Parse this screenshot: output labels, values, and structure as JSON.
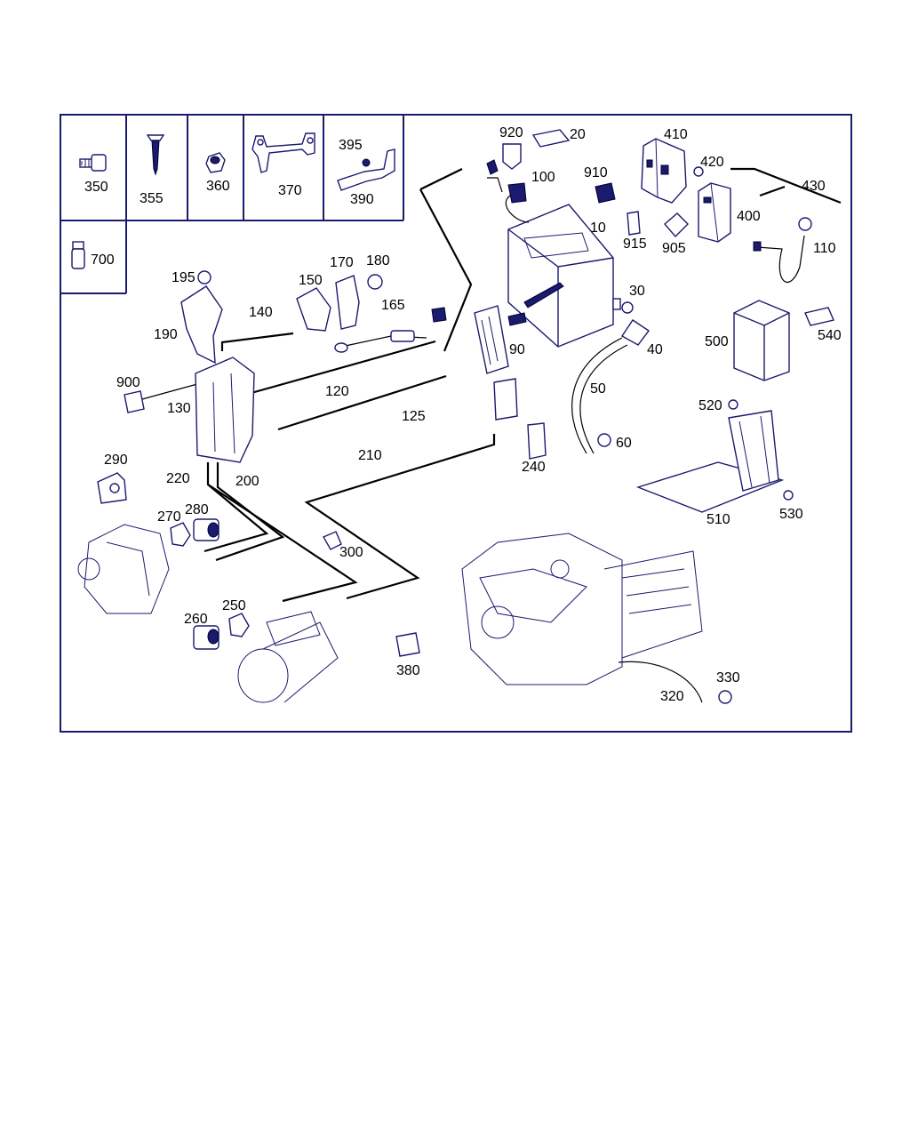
{
  "diagram": {
    "frame_color": "#1a1a6e",
    "legend_cells": [
      {
        "id": "c350",
        "labels": [
          "350"
        ]
      },
      {
        "id": "c355",
        "labels": [
          "355"
        ]
      },
      {
        "id": "c360",
        "labels": [
          "360"
        ]
      },
      {
        "id": "c370",
        "labels": [
          "370"
        ]
      },
      {
        "id": "c390",
        "labels": [
          "395",
          "390"
        ]
      },
      {
        "id": "c700",
        "labels": [
          "700"
        ]
      }
    ],
    "labels": {
      "l920": "920",
      "l20": "20",
      "l410": "410",
      "l100": "100",
      "l910": "910",
      "l420": "420",
      "l430": "430",
      "l10": "10",
      "l400": "400",
      "l915": "915",
      "l905": "905",
      "l110": "110",
      "l195": "195",
      "l150": "150",
      "l170": "170",
      "l180": "180",
      "l140": "140",
      "l165": "165",
      "l30": "30",
      "l190": "190",
      "l90": "90",
      "l40": "40",
      "l500": "500",
      "l540": "540",
      "l900": "900",
      "l120": "120",
      "l130": "130",
      "l125": "125",
      "l50": "50",
      "l520": "520",
      "l60": "60",
      "l290": "290",
      "l210": "210",
      "l240": "240",
      "l220": "220",
      "l200": "200",
      "l270": "270",
      "l280": "280",
      "l510": "510",
      "l530": "530",
      "l300": "300",
      "l250": "250",
      "l260": "260",
      "l380": "380",
      "l330": "330",
      "l320": "320"
    }
  }
}
